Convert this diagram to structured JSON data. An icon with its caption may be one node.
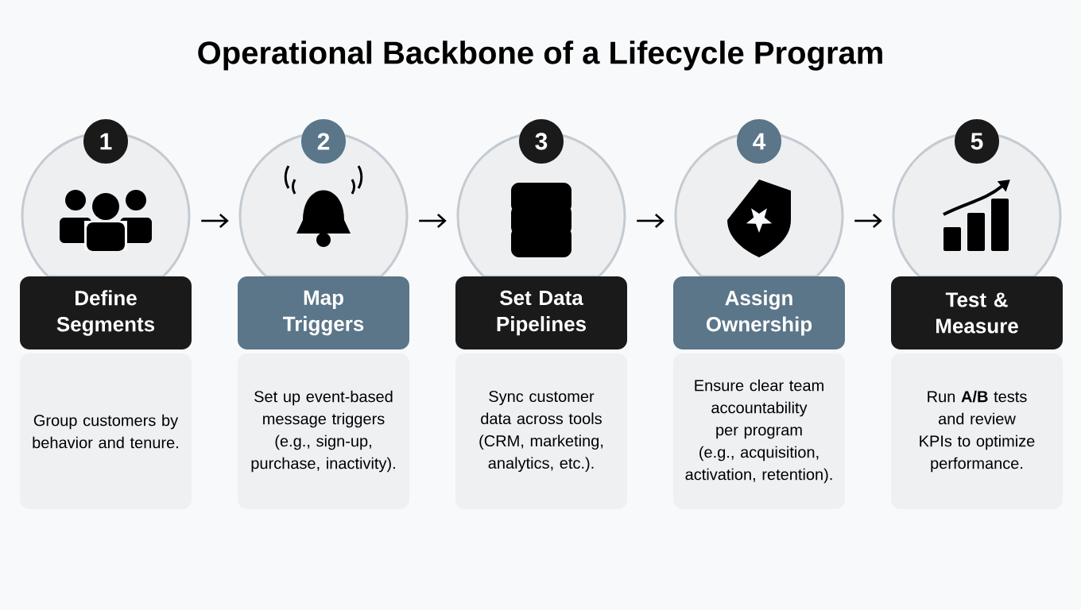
{
  "diagram": {
    "title": "Operational Backbone of a Lifecycle Program",
    "nodes": [
      {
        "text": [
          "1"
        ]
      },
      {
        "text": [],
        "shape": "circle"
      },
      {
        "text": [
          "Define Segments"
        ]
      },
      {
        "text": [
          "Group customers by behavior and tenure."
        ]
      },
      {
        "text": [
          "2"
        ]
      },
      {
        "text": [],
        "shape": "circle"
      },
      {
        "text": [
          "Map Triggers"
        ]
      },
      {
        "text": [
          "Set up event-based message triggers (e.g., sign-up, purchase, inactivity)."
        ]
      },
      {
        "text": [
          "3"
        ]
      },
      {
        "text": [],
        "shape": "circle"
      },
      {
        "text": [
          "Set Data Pipelines"
        ]
      },
      {
        "text": [
          "Sync customer data across tools (CRM, marketing, analytics, etc.)."
        ]
      },
      {
        "text": [
          "4"
        ]
      },
      {
        "text": [],
        "shape": "circle"
      },
      {
        "text": [
          "Assign Ownership"
        ]
      },
      {
        "text": [
          "Ensure clear team accountability per program (e.g., acquisition, activation, retention)."
        ]
      },
      {
        "text": [
          "5"
        ]
      },
      {
        "text": [],
        "shape": "circle"
      },
      {
        "text": [
          "Test & Measure"
        ]
      },
      {
        "text": [
          "Run **A/B** tests and review KPIs to optimize performance."
        ]
      }
    ],
    "edges": [
      {
        "from": 1,
        "to": 5,
        "arrow": "to"
      },
      {
        "from": 5,
        "to": 9,
        "arrow": "to"
      },
      {
        "from": 9,
        "to": 13,
        "arrow": "to"
      },
      {
        "from": 13,
        "to": 17,
        "arrow": "to"
      }
    ]
  }
}
